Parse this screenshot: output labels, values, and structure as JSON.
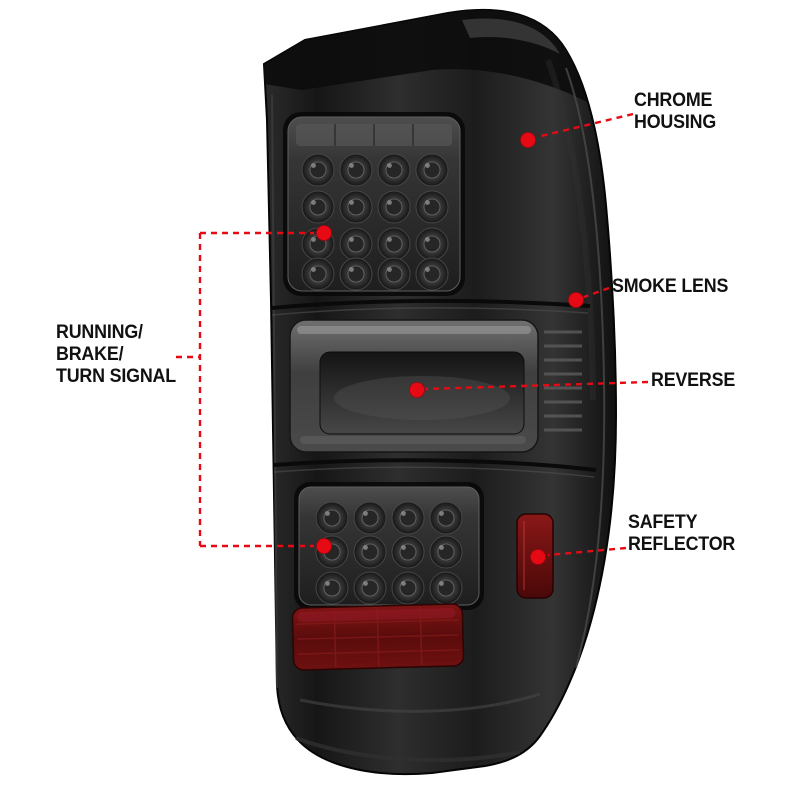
{
  "colors": {
    "background": "#ffffff",
    "callout_red": "#e60a14",
    "label_text": "#111111",
    "reflector_red": "#7e1414",
    "housing_dark": "#1c1c1c"
  },
  "callouts": {
    "chrome_housing": {
      "lines": [
        "CHROME",
        "HOUSING"
      ]
    },
    "smoke_lens": {
      "lines": [
        "SMOKE LENS"
      ]
    },
    "reverse": {
      "lines": [
        "REVERSE"
      ]
    },
    "safety_reflector": {
      "lines": [
        "SAFETY",
        "REFLECTOR"
      ]
    },
    "running_brake_turn_signal": {
      "lines": [
        "RUNNING/",
        "BRAKE/",
        "TURN SIGNAL"
      ]
    }
  }
}
